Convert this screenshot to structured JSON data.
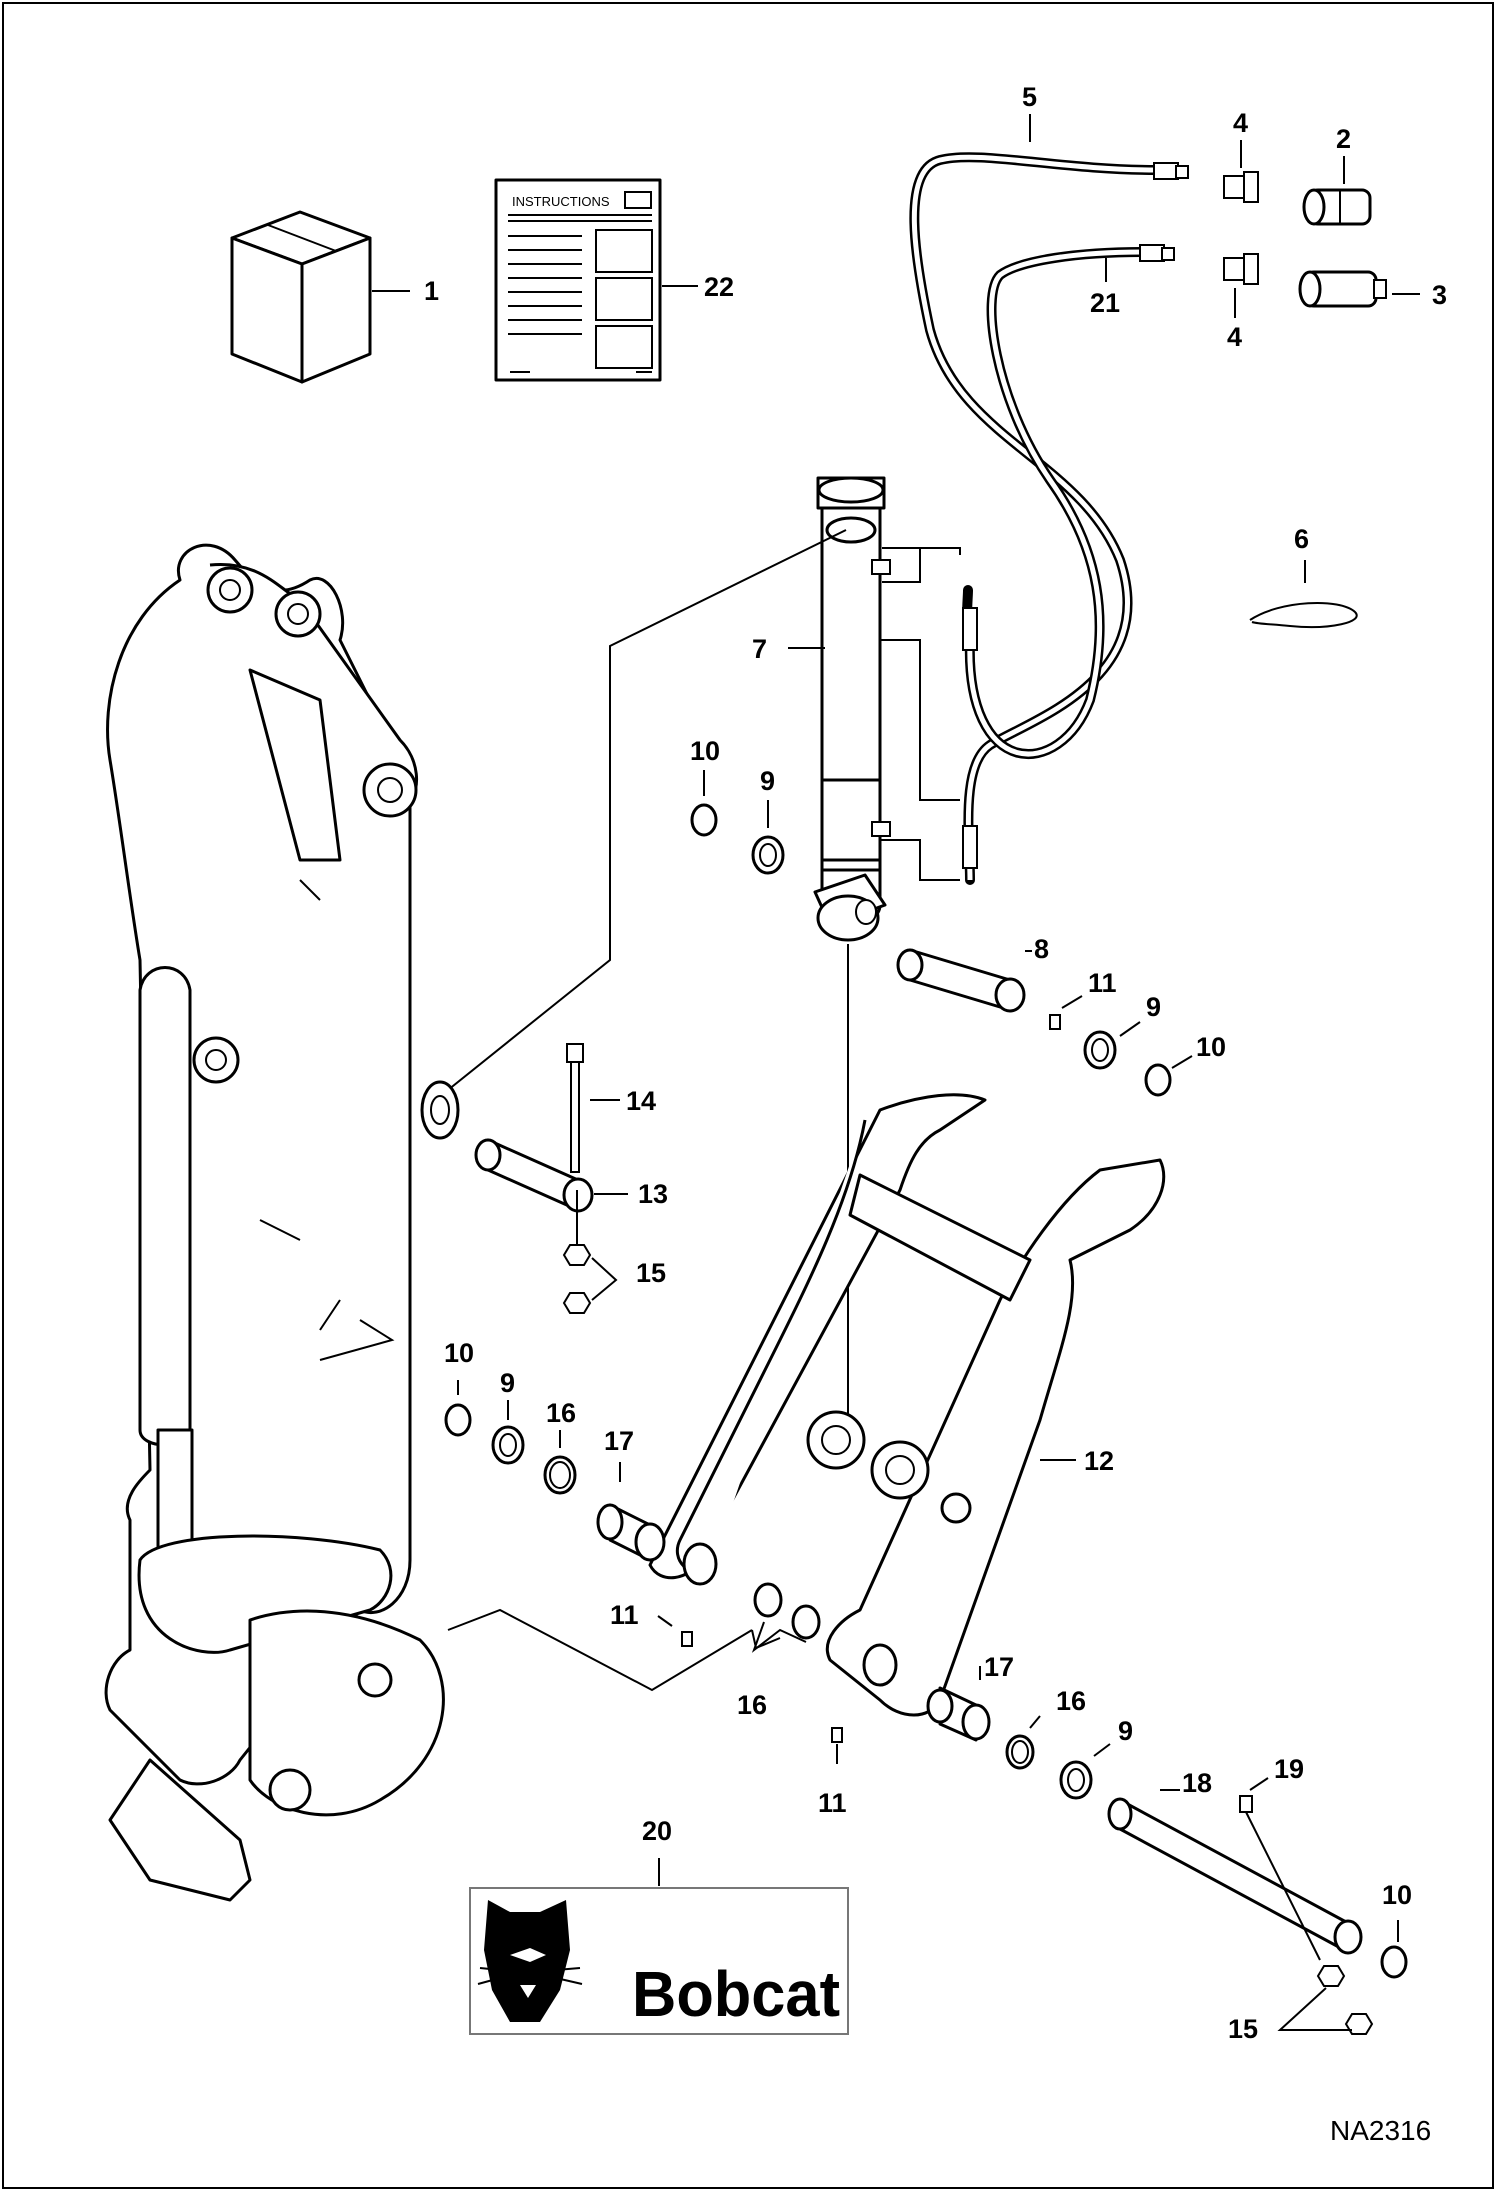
{
  "drawing_id": "NA2316",
  "instructions_sheet_title": "INSTRUCTIONS",
  "decal_text": "Bobcat",
  "callouts": {
    "c1": "1",
    "c2": "2",
    "c3": "3",
    "c4a": "4",
    "c4b": "4",
    "c5": "5",
    "c6": "6",
    "c7": "7",
    "c8": "8",
    "c9a": "9",
    "c9b": "9",
    "c9c": "9",
    "c9d": "9",
    "c10a": "10",
    "c10b": "10",
    "c10c": "10",
    "c10d": "10",
    "c11a": "11",
    "c11b": "11",
    "c11c": "11",
    "c12": "12",
    "c13": "13",
    "c14": "14",
    "c15a": "15",
    "c15b": "15",
    "c16a": "16",
    "c16b": "16",
    "c16c": "16",
    "c17a": "17",
    "c17b": "17",
    "c18": "18",
    "c19": "19",
    "c20": "20",
    "c21": "21",
    "c22": "22"
  }
}
